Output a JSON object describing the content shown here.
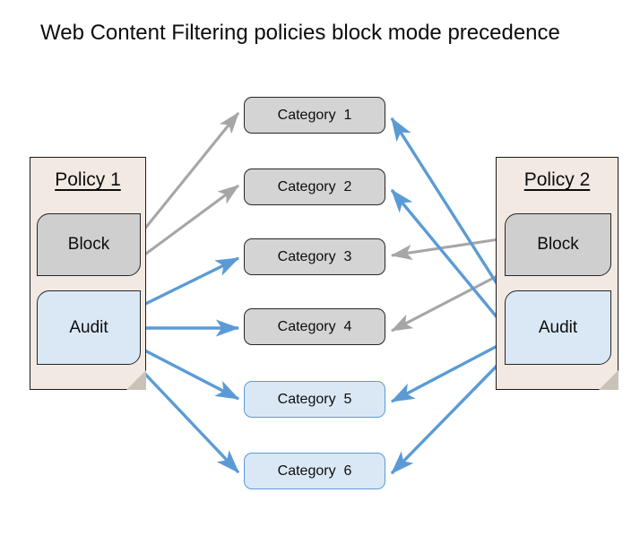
{
  "title": "Web Content Filtering policies block mode precedence",
  "colors": {
    "policy_card_fill": "#f2eae2",
    "block_fill": "#cfcfcf",
    "audit_fill": "#dae8f6",
    "category_gray_fill": "#d4d4d4",
    "category_blue_fill": "#dae8f6",
    "gray_arrow": "#a6a6a6",
    "blue_arrow": "#5b9bd5",
    "outline": "#262626"
  },
  "policies": [
    {
      "id": "policy-1",
      "label": "Policy 1",
      "modes": [
        {
          "id": "block",
          "label": "Block",
          "style": "gray"
        },
        {
          "id": "audit",
          "label": "Audit",
          "style": "blue"
        }
      ]
    },
    {
      "id": "policy-2",
      "label": "Policy 2",
      "modes": [
        {
          "id": "block",
          "label": "Block",
          "style": "gray"
        },
        {
          "id": "audit",
          "label": "Audit",
          "style": "blue"
        }
      ]
    }
  ],
  "categories": [
    {
      "id": "category-1",
      "label": "Category  1",
      "style": "gray"
    },
    {
      "id": "category-2",
      "label": "Category  2",
      "style": "gray"
    },
    {
      "id": "category-3",
      "label": "Category  3",
      "style": "gray"
    },
    {
      "id": "category-4",
      "label": "Category  4",
      "style": "gray"
    },
    {
      "id": "category-5",
      "label": "Category  5",
      "style": "blue"
    },
    {
      "id": "category-6",
      "label": "Category  6",
      "style": "blue"
    }
  ],
  "connections": [
    {
      "from": "policy-1.block",
      "to": "category-1",
      "color": "gray"
    },
    {
      "from": "policy-1.block",
      "to": "category-2",
      "color": "gray"
    },
    {
      "from": "policy-1.audit",
      "to": "category-3",
      "color": "blue"
    },
    {
      "from": "policy-1.audit",
      "to": "category-4",
      "color": "blue"
    },
    {
      "from": "policy-1.audit",
      "to": "category-5",
      "color": "blue"
    },
    {
      "from": "policy-1.audit",
      "to": "category-6",
      "color": "blue"
    },
    {
      "from": "policy-2.block",
      "to": "category-3",
      "color": "gray"
    },
    {
      "from": "policy-2.block",
      "to": "category-4",
      "color": "gray"
    },
    {
      "from": "policy-2.audit",
      "to": "category-1",
      "color": "blue"
    },
    {
      "from": "policy-2.audit",
      "to": "category-2",
      "color": "blue"
    },
    {
      "from": "policy-2.audit",
      "to": "category-5",
      "color": "blue"
    },
    {
      "from": "policy-2.audit",
      "to": "category-6",
      "color": "blue"
    }
  ]
}
